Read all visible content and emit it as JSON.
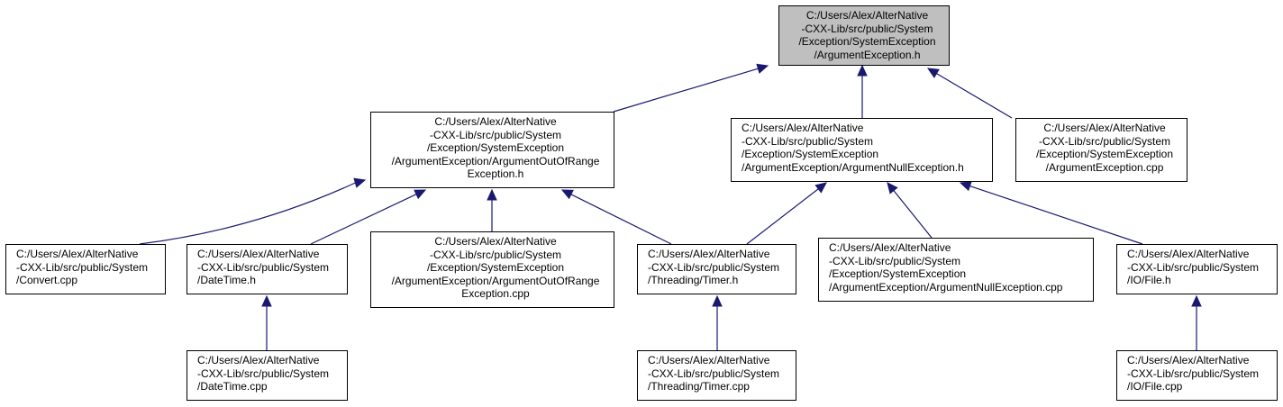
{
  "colors": {
    "edge": "#191970",
    "root_fill": "#bfbfbf",
    "node_fill": "#ffffff",
    "border": "#000000"
  },
  "nodes": {
    "root": {
      "lines": [
        "C:/Users/Alex/AlterNative",
        "-CXX-Lib/src/public/System",
        "/Exception/SystemException",
        "/ArgumentException.h"
      ]
    },
    "aoor_h": {
      "lines": [
        "C:/Users/Alex/AlterNative",
        "-CXX-Lib/src/public/System",
        "/Exception/SystemException",
        "/ArgumentException/ArgumentOutOfRange",
        "Exception.h"
      ]
    },
    "ane_h": {
      "lines": [
        "C:/Users/Alex/AlterNative",
        "-CXX-Lib/src/public/System",
        "/Exception/SystemException",
        "/ArgumentException/ArgumentNullException.h"
      ]
    },
    "ae_cpp": {
      "lines": [
        "C:/Users/Alex/AlterNative",
        "-CXX-Lib/src/public/System",
        "/Exception/SystemException",
        "/ArgumentException.cpp"
      ]
    },
    "convert_cpp": {
      "lines": [
        "C:/Users/Alex/AlterNative",
        "-CXX-Lib/src/public/System",
        "/Convert.cpp"
      ]
    },
    "datetime_h": {
      "lines": [
        "C:/Users/Alex/AlterNative",
        "-CXX-Lib/src/public/System",
        "/DateTime.h"
      ]
    },
    "aoor_cpp": {
      "lines": [
        "C:/Users/Alex/AlterNative",
        "-CXX-Lib/src/public/System",
        "/Exception/SystemException",
        "/ArgumentException/ArgumentOutOfRange",
        "Exception.cpp"
      ]
    },
    "timer_h": {
      "lines": [
        "C:/Users/Alex/AlterNative",
        "-CXX-Lib/src/public/System",
        "/Threading/Timer.h"
      ]
    },
    "ane_cpp": {
      "lines": [
        "C:/Users/Alex/AlterNative",
        "-CXX-Lib/src/public/System",
        "/Exception/SystemException",
        "/ArgumentException/ArgumentNullException.cpp"
      ]
    },
    "file_h": {
      "lines": [
        "C:/Users/Alex/AlterNative",
        "-CXX-Lib/src/public/System",
        "/IO/File.h"
      ]
    },
    "datetime_cpp": {
      "lines": [
        "C:/Users/Alex/AlterNative",
        "-CXX-Lib/src/public/System",
        "/DateTime.cpp"
      ]
    },
    "timer_cpp": {
      "lines": [
        "C:/Users/Alex/AlterNative",
        "-CXX-Lib/src/public/System",
        "/Threading/Timer.cpp"
      ]
    },
    "file_cpp": {
      "lines": [
        "C:/Users/Alex/AlterNative",
        "-CXX-Lib/src/public/System",
        "/IO/File.cpp"
      ]
    }
  },
  "edges": [
    {
      "from": "aoor_h",
      "to": "root"
    },
    {
      "from": "ane_h",
      "to": "root"
    },
    {
      "from": "ae_cpp",
      "to": "root"
    },
    {
      "from": "convert_cpp",
      "to": "aoor_h"
    },
    {
      "from": "datetime_h",
      "to": "aoor_h"
    },
    {
      "from": "aoor_cpp",
      "to": "aoor_h"
    },
    {
      "from": "timer_h",
      "to": "aoor_h"
    },
    {
      "from": "timer_h",
      "to": "ane_h"
    },
    {
      "from": "ane_cpp",
      "to": "ane_h"
    },
    {
      "from": "file_h",
      "to": "ane_h"
    },
    {
      "from": "datetime_cpp",
      "to": "datetime_h"
    },
    {
      "from": "timer_cpp",
      "to": "timer_h"
    },
    {
      "from": "file_cpp",
      "to": "file_h"
    }
  ]
}
